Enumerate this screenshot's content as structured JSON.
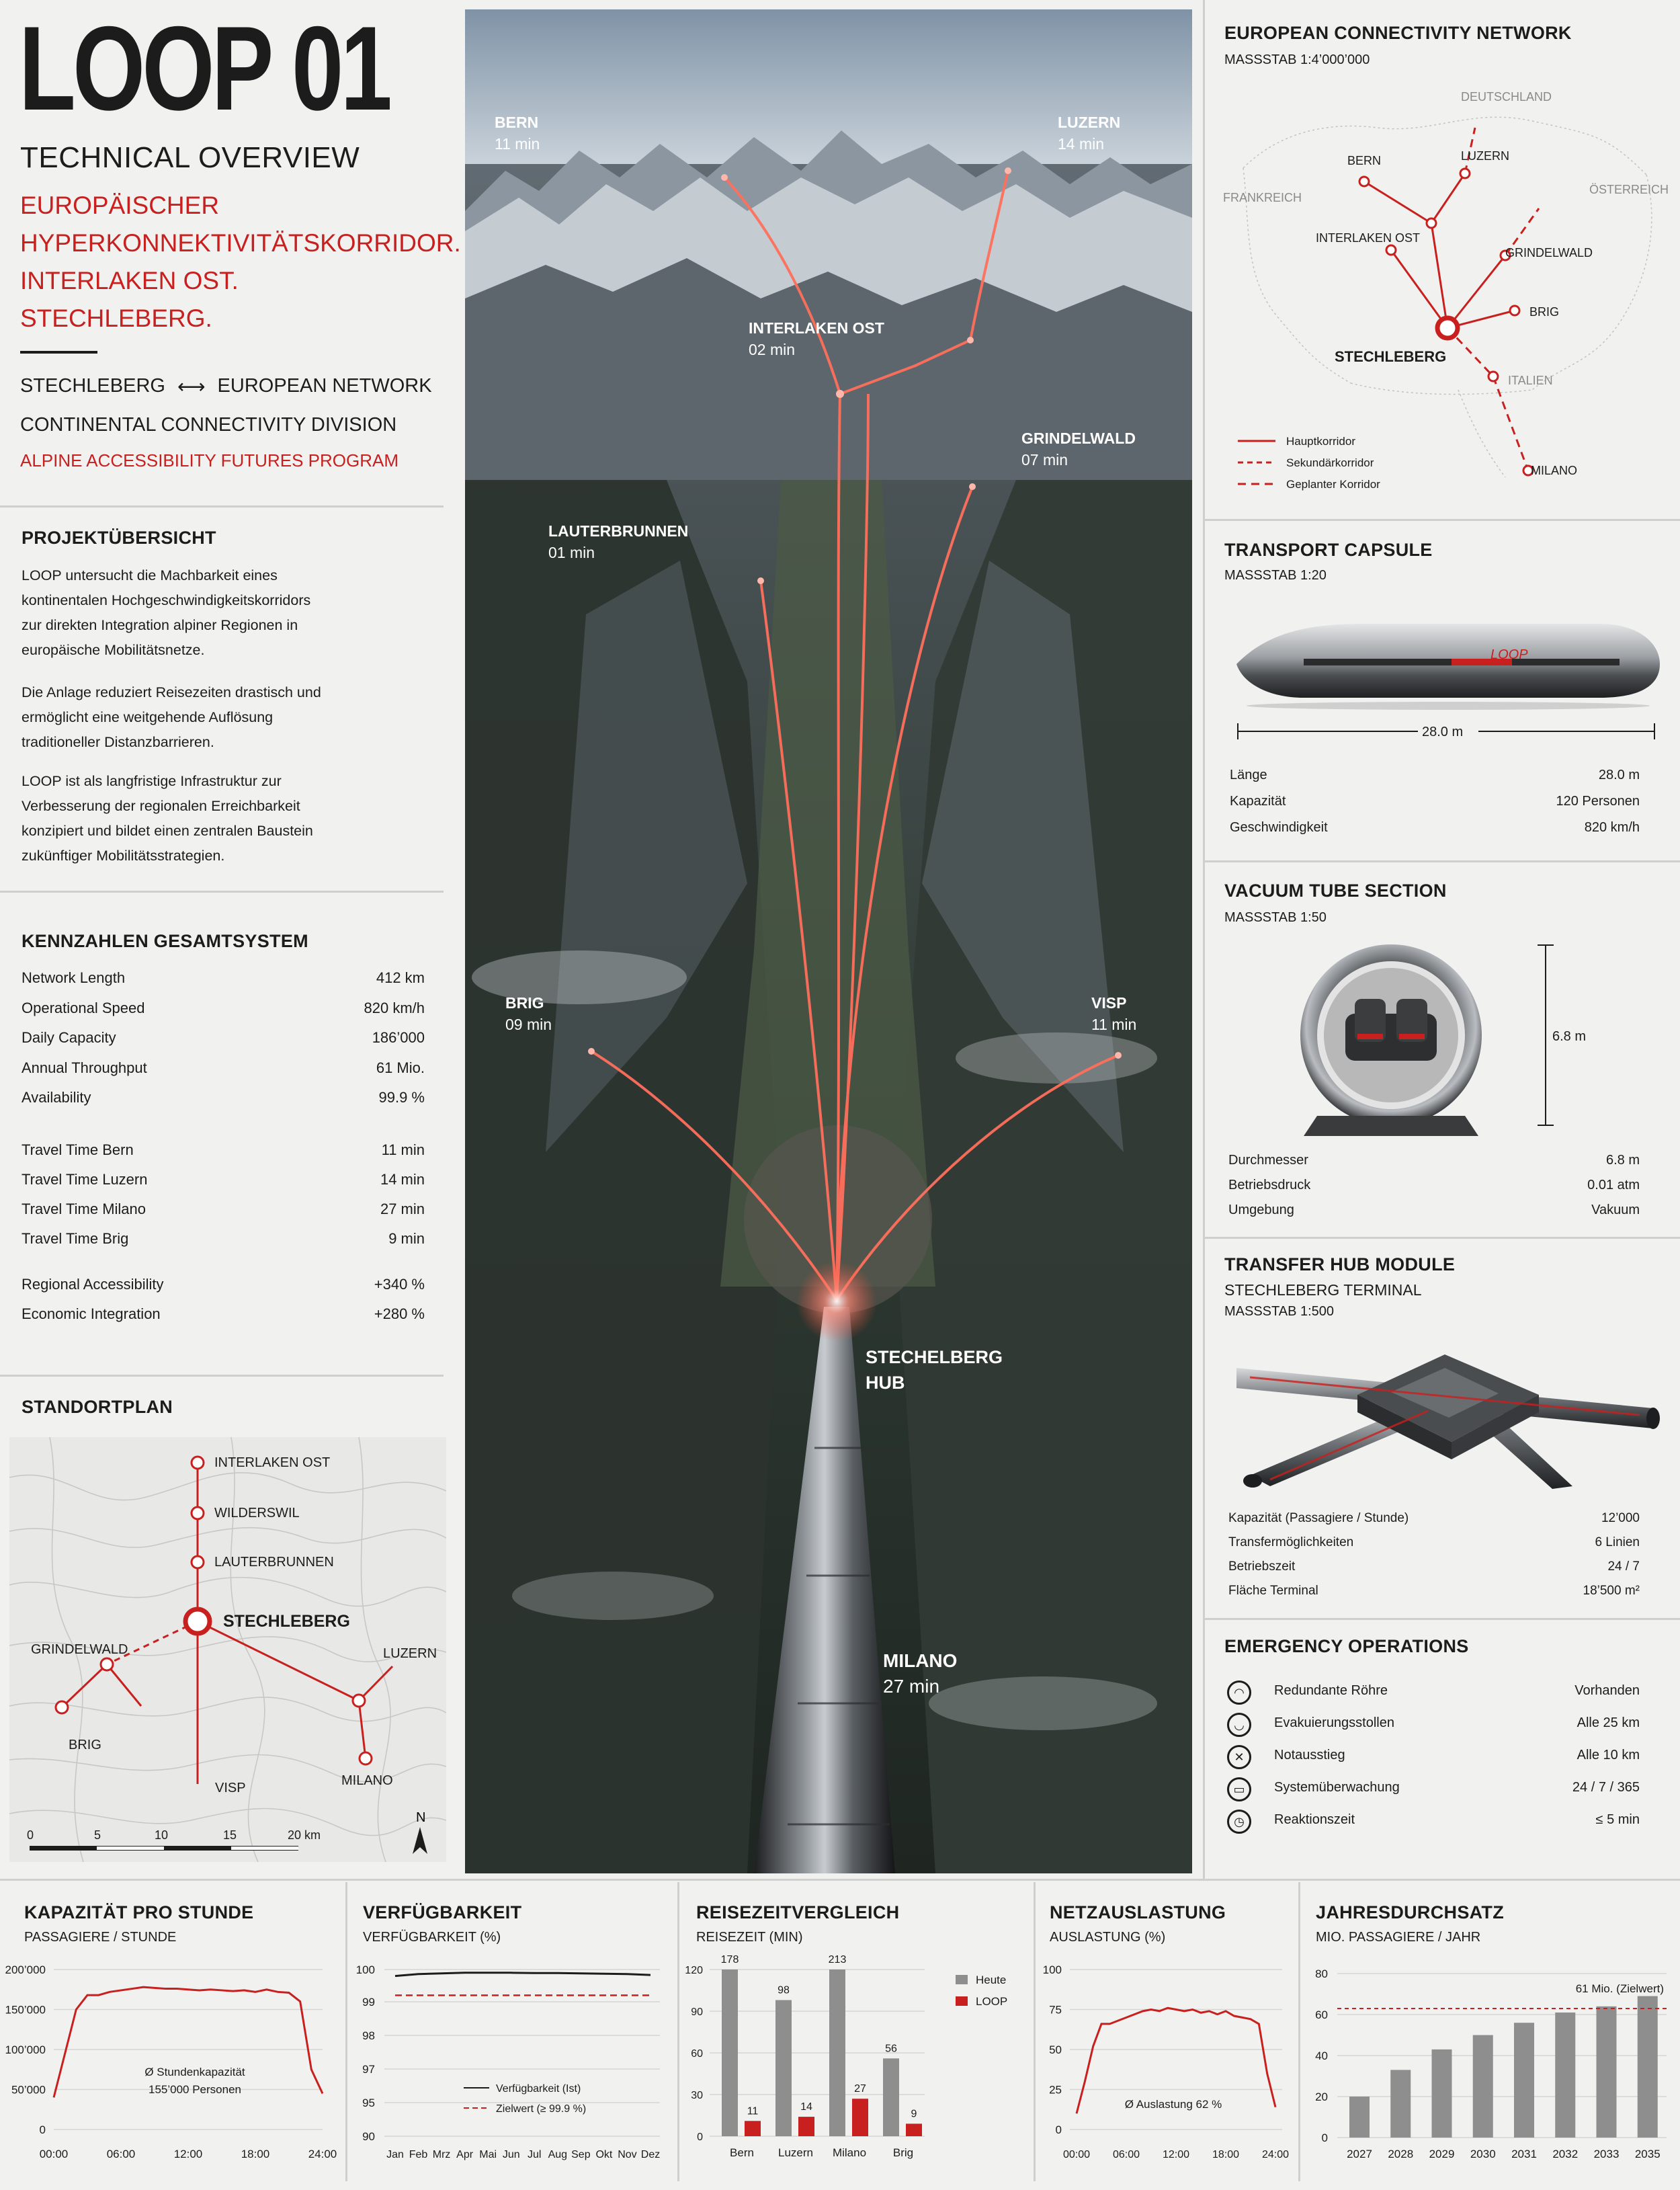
{
  "header": {
    "title": "LOOP 01",
    "subtitle": "TECHNICAL OVERVIEW",
    "red_lines": [
      "EUROPÄISCHER",
      "HYPERKONNEKTIVITÄTSKORRIDOR.",
      "INTERLAKEN OST.",
      "STECHLEBERG."
    ],
    "route_left": "STECHLEBERG",
    "route_arrow": "⟷",
    "route_right": "EUROPEAN NETWORK",
    "division": "CONTINENTAL CONNECTIVITY DIVISION",
    "program": "ALPINE ACCESSIBILITY FUTURES PROGRAM"
  },
  "overview": {
    "title": "PROJEKTÜBERSICHT",
    "p1": [
      "LOOP untersucht die Machbarkeit eines",
      "kontinentalen Hochgeschwindigkeitskorridors",
      "zur direkten Integration alpiner Regionen in",
      "europäische Mobilitätsnetze."
    ],
    "p2": [
      "Die Anlage reduziert Reisezeiten drastisch und",
      "ermöglicht eine weitgehende Auflösung",
      "traditioneller Distanzbarrieren."
    ],
    "p3": [
      "LOOP ist als langfristige Infrastruktur zur",
      "Verbesserung der regionalen Erreichbarkeit",
      "konzipiert und bildet einen zentralen Baustein",
      "zukünftiger Mobilitätsstrategien."
    ]
  },
  "kpis": {
    "title": "KENNZAHLEN GESAMTSYSTEM",
    "group1": [
      {
        "label": "Network Length",
        "value": "412 km"
      },
      {
        "label": "Operational Speed",
        "value": "820 km/h"
      },
      {
        "label": "Daily Capacity",
        "value": "186’000"
      },
      {
        "label": "Annual Throughput",
        "value": "61 Mio."
      },
      {
        "label": "Availability",
        "value": "99.9 %"
      }
    ],
    "group2": [
      {
        "label": "Travel Time Bern",
        "value": "11 min"
      },
      {
        "label": "Travel Time Luzern",
        "value": "14 min"
      },
      {
        "label": "Travel Time Milano",
        "value": "27 min"
      },
      {
        "label": "Travel Time Brig",
        "value": "9 min"
      }
    ],
    "group3": [
      {
        "label": "Regional Accessibility",
        "value": "+340 %"
      },
      {
        "label": "Economic Integration",
        "value": "+280 %"
      }
    ]
  },
  "site_plan": {
    "title": "STANDORTPLAN",
    "labels": {
      "interlaken": "INTERLAKEN OST",
      "wilderswil": "WILDERSWIL",
      "lauterbrunnen": "LAUTERBRUNNEN",
      "stechleberg": "STECHLEBERG",
      "grindelwald": "GRINDELWALD",
      "luzern": "LUZERN",
      "brig": "BRIG",
      "visp": "VISP",
      "milano": "MILANO"
    },
    "scale": [
      "0",
      "5",
      "10",
      "15",
      "20 km"
    ],
    "north": "N"
  },
  "aerial": {
    "bern": {
      "name": "BERN",
      "time": "11 min"
    },
    "luzern": {
      "name": "LUZERN",
      "time": "14 min"
    },
    "interlaken": {
      "name": "INTERLAKEN OST",
      "time": "02 min"
    },
    "grindelwald": {
      "name": "GRINDELWALD",
      "time": "07 min"
    },
    "lauterbrunnen": {
      "name": "LAUTERBRUNNEN",
      "time": "01 min"
    },
    "brig": {
      "name": "BRIG",
      "time": "09 min"
    },
    "visp": {
      "name": "VISP",
      "time": "11 min"
    },
    "hub": {
      "line1": "STECHELBERG",
      "line2": "HUB"
    },
    "milano": {
      "name": "MILANO",
      "time": "27 min"
    }
  },
  "network": {
    "title": "EUROPEAN CONNECTIVITY NETWORK",
    "scale": "MASSSTAB 1:4’000’000",
    "countries": {
      "de": "DEUTSCHLAND",
      "fr": "FRANKREICH",
      "at": "ÖSTERREICH",
      "it": "ITALIEN"
    },
    "cities": {
      "bern": "BERN",
      "luzern": "LUZERN",
      "interlaken": "INTERLAKEN OST",
      "grindelwald": "GRINDELWALD",
      "brig": "BRIG",
      "stechleberg": "STECHLEBERG",
      "milano": "MILANO"
    },
    "legend": [
      "Hauptkorridor",
      "Sekundärkorridor",
      "Geplanter Korridor"
    ]
  },
  "capsule": {
    "title": "TRANSPORT CAPSULE",
    "scale": "MASSSTAB 1:20",
    "logo": "LOOP",
    "dimension": "28.0 m",
    "specs": [
      {
        "label": "Länge",
        "value": "28.0 m"
      },
      {
        "label": "Kapazität",
        "value": "120 Personen"
      },
      {
        "label": "Geschwindigkeit",
        "value": "820 km/h"
      }
    ]
  },
  "tube": {
    "title": "VACUUM TUBE SECTION",
    "scale": "MASSSTAB 1:50",
    "dimension": "6.8 m",
    "specs": [
      {
        "label": "Durchmesser",
        "value": "6.8 m"
      },
      {
        "label": "Betriebsdruck",
        "value": "0.01 atm"
      },
      {
        "label": "Umgebung",
        "value": "Vakuum"
      }
    ]
  },
  "hub_module": {
    "title": "TRANSFER HUB MODULE",
    "subtitle": "STECHLEBERG TERMINAL",
    "scale": "MASSSTAB 1:500",
    "specs": [
      {
        "label": "Kapazität (Passagiere / Stunde)",
        "value": "12’000"
      },
      {
        "label": "Transfermöglichkeiten",
        "value": "6 Linien"
      },
      {
        "label": "Betriebszeit",
        "value": "24 / 7"
      },
      {
        "label": "Fläche Terminal",
        "value": "18’500 m²"
      }
    ]
  },
  "emergency": {
    "title": "EMERGENCY OPERATIONS",
    "items": [
      {
        "icon": "tunnel-icon",
        "label": "Redundante Röhre",
        "value": "Vorhanden"
      },
      {
        "icon": "evacuation-tunnel-icon",
        "label": "Evakuierungsstollen",
        "value": "Alle 25 km"
      },
      {
        "icon": "emergency-exit-icon",
        "label": "Notausstieg",
        "value": "Alle 10 km"
      },
      {
        "icon": "monitoring-icon",
        "label": "Systemüberwachung",
        "value": "24 / 7 / 365"
      },
      {
        "icon": "clock-icon",
        "label": "Reaktionszeit",
        "value": "≤ 5 min"
      }
    ]
  },
  "charts": {
    "capacity": {
      "title": "KAPAZITÄT PRO STUNDE",
      "subtitle": "PASSAGIERE / STUNDE",
      "note1": "Ø Stundenkapazität",
      "note2": "155’000 Personen"
    },
    "availability": {
      "title": "VERFÜGBARKEIT",
      "subtitle": "VERFÜGBARKEIT (%)",
      "legend_actual": "Verfügbarkeit (Ist)",
      "legend_target": "Zielwert (≥ 99.9 %)"
    },
    "traveltime": {
      "title": "REISEZEITVERGLEICH",
      "subtitle": "REISEZEIT (MIN)",
      "legend_today": "Heute",
      "legend_loop": "LOOP"
    },
    "utilization": {
      "title": "NETZAUSLASTUNG",
      "subtitle": "AUSLASTUNG (%)",
      "note": "Ø Auslastung 62 %"
    },
    "throughput": {
      "title": "JAHRESDURCHSATZ",
      "subtitle": "MIO. PASSAGIERE / JAHR",
      "note": "61 Mio. (Zielwert)"
    }
  },
  "chart_data": [
    {
      "type": "line",
      "title": "KAPAZITÄT PRO STUNDE",
      "ylabel": "PASSAGIERE / STUNDE",
      "x": [
        "00:00",
        "01:00",
        "02:00",
        "03:00",
        "04:00",
        "05:00",
        "06:00",
        "07:00",
        "08:00",
        "09:00",
        "10:00",
        "11:00",
        "12:00",
        "13:00",
        "14:00",
        "15:00",
        "16:00",
        "17:00",
        "18:00",
        "19:00",
        "20:00",
        "21:00",
        "22:00",
        "23:00",
        "24:00"
      ],
      "values": [
        40000,
        95000,
        150000,
        168000,
        168000,
        172000,
        174000,
        176000,
        178000,
        177000,
        176000,
        176000,
        175000,
        174000,
        175000,
        174000,
        173000,
        174000,
        172000,
        175000,
        172000,
        171000,
        160000,
        75000,
        45000
      ],
      "yticks": [
        "0",
        "50’000",
        "100’000",
        "150’000",
        "200’000"
      ],
      "xticks": [
        "00:00",
        "06:00",
        "12:00",
        "18:00",
        "24:00"
      ],
      "ylim": [
        0,
        200000
      ],
      "color": "#c8201e"
    },
    {
      "type": "line",
      "title": "VERFÜGBARKEIT",
      "ylabel": "VERFÜGBARKEIT (%)",
      "categories": [
        "Jan",
        "Feb",
        "Mrz",
        "Apr",
        "Mai",
        "Jun",
        "Jul",
        "Aug",
        "Sep",
        "Okt",
        "Nov",
        "Dez"
      ],
      "series": [
        {
          "name": "Verfügbarkeit (Ist)",
          "values": [
            99.8,
            99.86,
            99.88,
            99.9,
            99.9,
            99.9,
            99.89,
            99.89,
            99.88,
            99.87,
            99.86,
            99.83
          ],
          "color": "#1c1c1c"
        },
        {
          "name": "Zielwert (≥ 99.9 %)",
          "values": [
            99.2,
            99.2,
            99.2,
            99.2,
            99.2,
            99.2,
            99.2,
            99.2,
            99.2,
            99.2,
            99.2,
            99.2
          ],
          "color": "#c8201e",
          "dashed": true
        }
      ],
      "yticks": [
        "90",
        "95",
        "97",
        "98",
        "99",
        "100"
      ],
      "ylim": [
        90,
        100
      ]
    },
    {
      "type": "bar",
      "title": "REISEZEITVERGLEICH",
      "ylabel": "REISEZEIT (MIN)",
      "categories": [
        "Bern",
        "Luzern",
        "Milano",
        "Brig"
      ],
      "series": [
        {
          "name": "Heute",
          "values": [
            178,
            98,
            213,
            56
          ],
          "color": "#8e8e8e"
        },
        {
          "name": "LOOP",
          "values": [
            11,
            14,
            27,
            9
          ],
          "color": "#c8201e"
        }
      ],
      "yticks": [
        "0",
        "30",
        "60",
        "90",
        "120"
      ],
      "ylim": [
        0,
        120
      ]
    },
    {
      "type": "line",
      "title": "NETZAUSLASTUNG",
      "ylabel": "AUSLASTUNG (%)",
      "x": [
        "00:00",
        "01:00",
        "02:00",
        "03:00",
        "04:00",
        "05:00",
        "06:00",
        "07:00",
        "08:00",
        "09:00",
        "10:00",
        "11:00",
        "12:00",
        "13:00",
        "14:00",
        "15:00",
        "16:00",
        "17:00",
        "18:00",
        "19:00",
        "20:00",
        "21:00",
        "22:00",
        "23:00",
        "24:00"
      ],
      "values": [
        10,
        30,
        52,
        66,
        66,
        68,
        70,
        72,
        74,
        75,
        74,
        76,
        75,
        74,
        75,
        73,
        74,
        72,
        74,
        71,
        70,
        69,
        66,
        35,
        14
      ],
      "xticks": [
        "00:00",
        "06:00",
        "12:00",
        "18:00",
        "24:00"
      ],
      "yticks": [
        "0",
        "25",
        "50",
        "75",
        "100"
      ],
      "ylim": [
        0,
        100
      ],
      "color": "#c8201e"
    },
    {
      "type": "bar",
      "title": "JAHRESDURCHSATZ",
      "ylabel": "MIO. PASSAGIERE / JAHR",
      "categories": [
        "2027",
        "2028",
        "2029",
        "2030",
        "2031",
        "2032",
        "2033",
        "2035"
      ],
      "values": [
        20,
        33,
        43,
        50,
        56,
        61,
        64,
        69
      ],
      "target": 61,
      "yticks": [
        "0",
        "20",
        "40",
        "60",
        "80"
      ],
      "ylim": [
        0,
        80
      ],
      "color": "#8e8e8e"
    }
  ]
}
